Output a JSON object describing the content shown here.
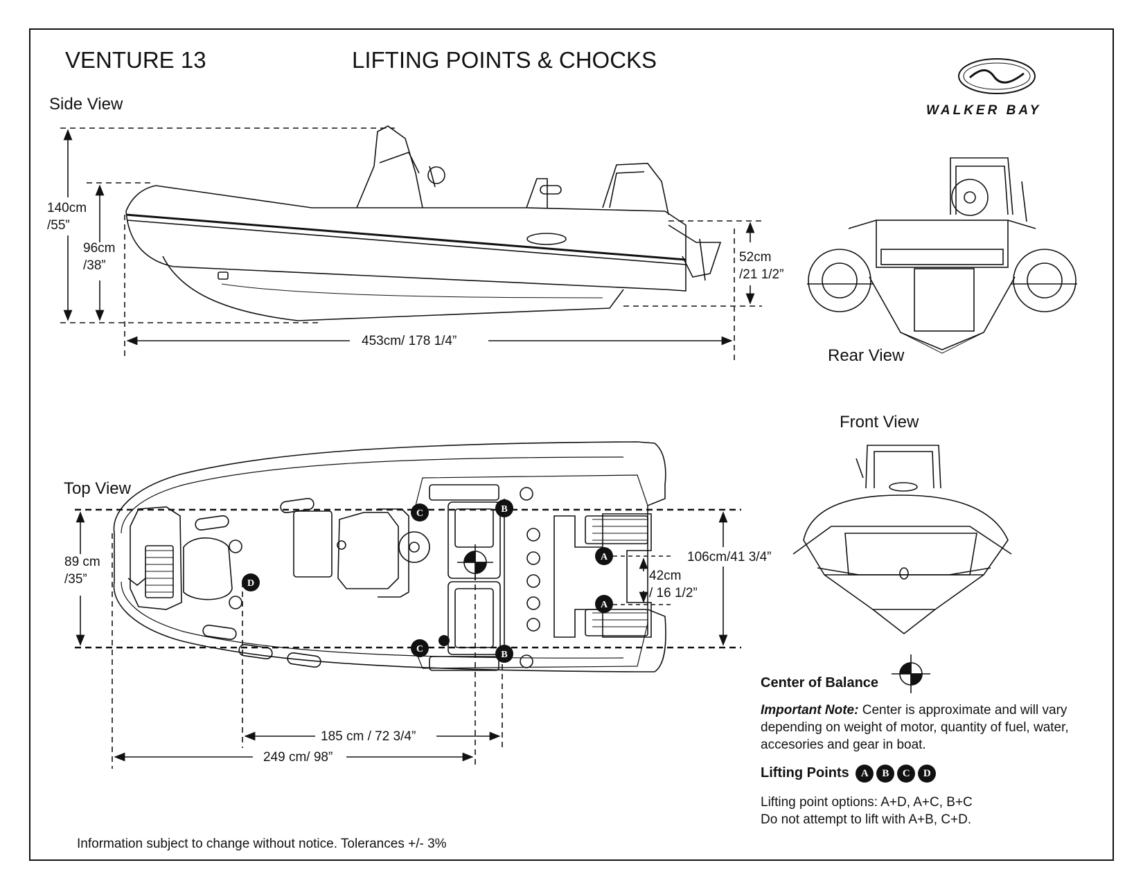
{
  "header": {
    "model": "VENTURE 13",
    "title": "LIFTING POINTS & CHOCKS",
    "brand": "WALKER BAY"
  },
  "views": {
    "side": "Side View",
    "rear": "Rear View",
    "front": "Front View",
    "top": "Top View"
  },
  "dimensions": {
    "height_total": [
      "140cm",
      "/55”"
    ],
    "height_tube": [
      "96cm",
      "/38”"
    ],
    "transom": [
      "52cm",
      "/21 1/2”"
    ],
    "length": "453cm/ 178 1/4”",
    "inner_width": [
      "89 cm",
      "/35”"
    ],
    "beam": "106cm/41 3/4”",
    "a_spacing": [
      "42cm",
      "/ 16 1/2”"
    ],
    "cd_length": "185 cm / 72 3/4”",
    "d_length": "249 cm/ 98”"
  },
  "lifting_points": {
    "a": "A",
    "b": "B",
    "c": "C",
    "d": "D"
  },
  "legend": {
    "center_of_balance": "Center of Balance",
    "note_label": "Important Note:",
    "note_text": " Center is approximate and will vary depending on weight of motor, quantity of fuel, water, accesories and gear in boat.",
    "lifting_points_label": "Lifting Points",
    "options": "Lifting point options: A+D, A+C, B+C",
    "warning": "Do not attempt to lift with A+B, C+D."
  },
  "footer": "Information subject to change without notice. Tolerances +/- 3%"
}
